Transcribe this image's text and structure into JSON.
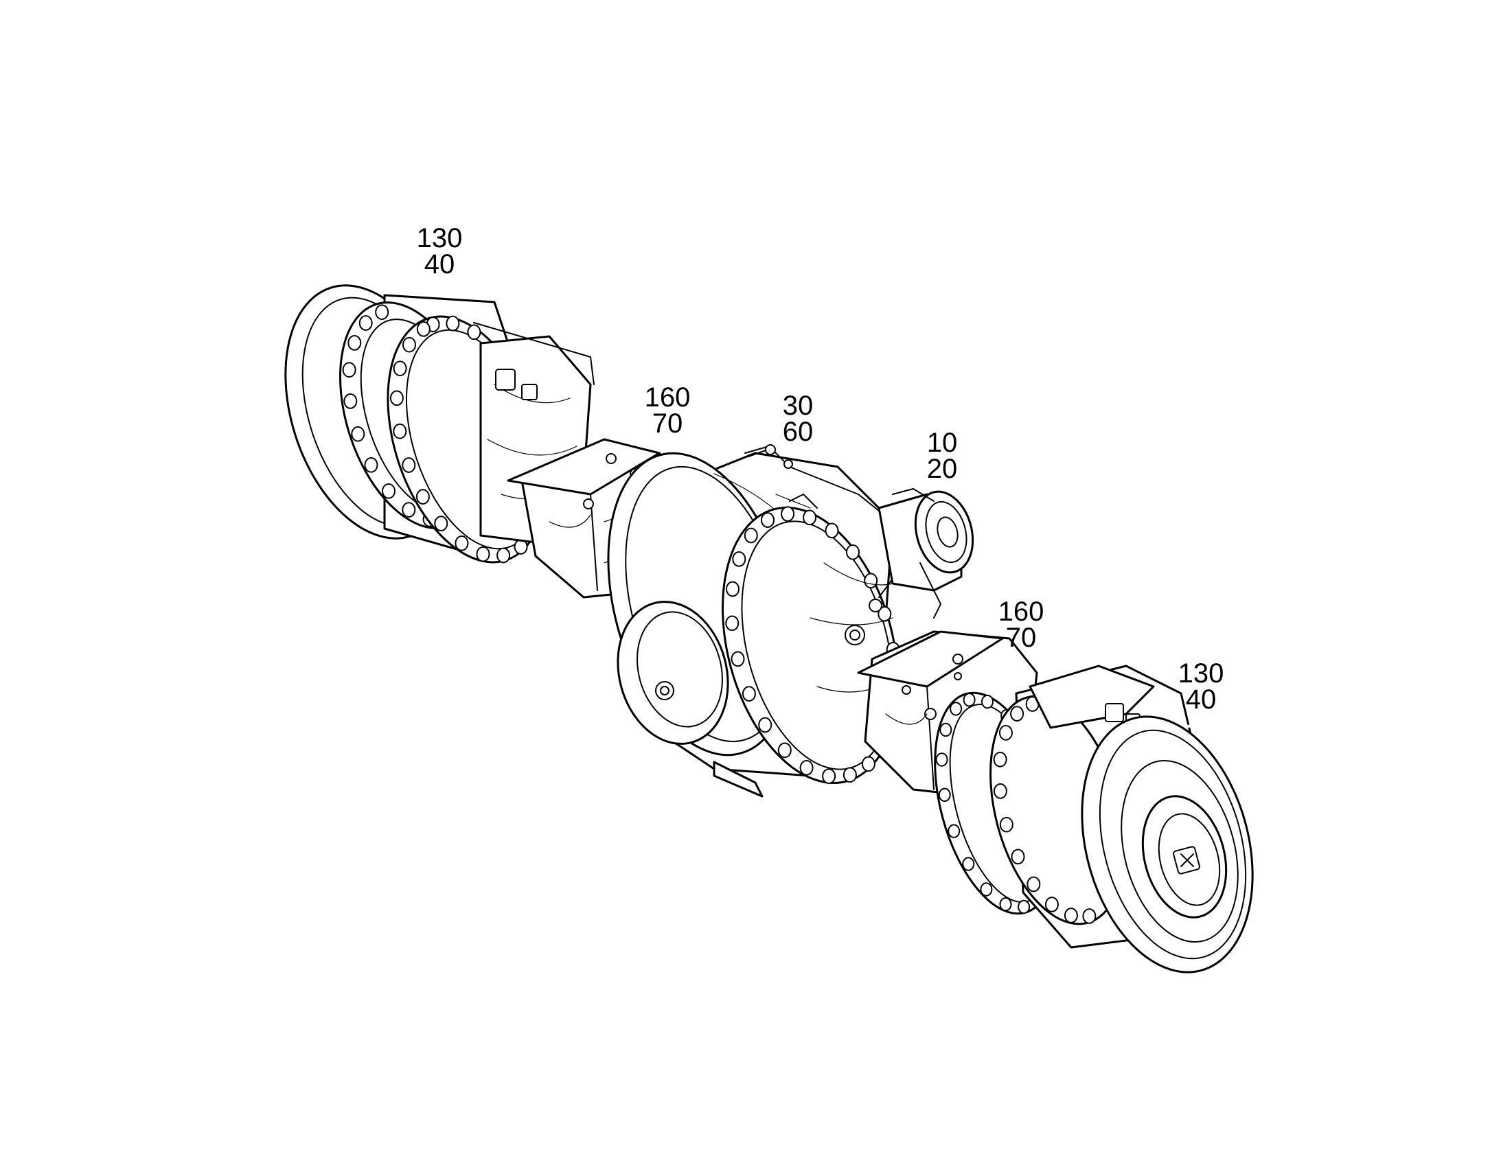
{
  "callouts": [
    {
      "id": "left-hub",
      "lines": [
        "130",
        "40"
      ]
    },
    {
      "id": "left-axle-tube",
      "lines": [
        "160",
        "70"
      ]
    },
    {
      "id": "center-housing",
      "lines": [
        "30",
        "60"
      ]
    },
    {
      "id": "input-flange",
      "lines": [
        "10",
        "20"
      ]
    },
    {
      "id": "right-axle-tube",
      "lines": [
        "160",
        "70"
      ]
    },
    {
      "id": "right-hub",
      "lines": [
        "130",
        "40"
      ]
    }
  ],
  "colors": {
    "line": "#000000",
    "background": "#ffffff"
  }
}
